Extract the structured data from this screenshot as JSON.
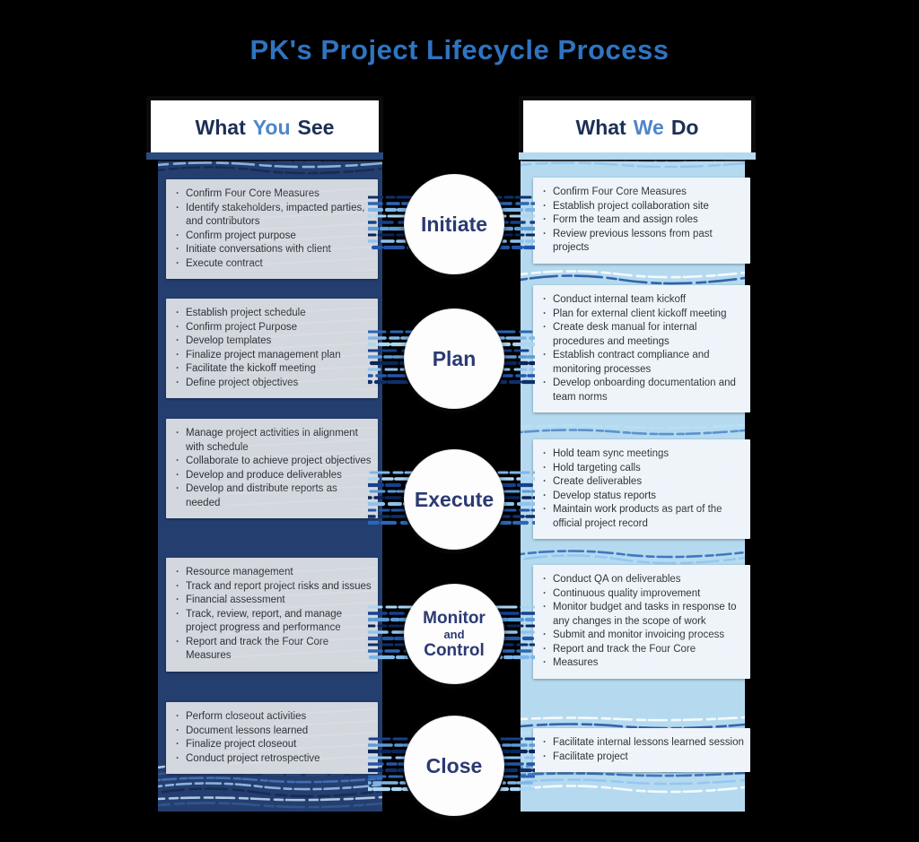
{
  "title": "PK's Project Lifecycle Process",
  "colors": {
    "title_blue": "#2f74c0",
    "header_navy": "#1d2f55",
    "header_accent": "#4d86cc",
    "left_column_navy": "#243e70",
    "right_column_light_blue": "#b5daf0",
    "left_note_gray": "#d3d7de",
    "right_note_white": "#eef4f9",
    "circle_text_navy": "#2b3a72"
  },
  "columns": {
    "left": {
      "header": {
        "pre": "What",
        "accent": "You",
        "post": "See"
      },
      "boxes": [
        {
          "items": [
            "Confirm Four Core Measures",
            "Identify stakeholders, impacted parties, and contributors",
            "Confirm project purpose",
            "Initiate conversations with client",
            "Execute contract"
          ]
        },
        {
          "items": [
            "Establish project schedule",
            "Confirm project Purpose",
            "Develop templates",
            "Finalize project management plan",
            "Facilitate the kickoff meeting",
            "Define project objectives"
          ]
        },
        {
          "items": [
            "Manage project activities in alignment with schedule",
            "Collaborate to achieve project objectives",
            "Develop and produce deliverables",
            "Develop and distribute reports as needed"
          ]
        },
        {
          "items": [
            "Resource management",
            "Track and report project risks and issues",
            "Financial assessment",
            "Track, review, report, and manage project progress and performance",
            "Report and track the Four Core Measures"
          ]
        },
        {
          "items": [
            "Perform closeout activities",
            "Document lessons learned",
            "Finalize project closeout",
            "Conduct project retrospective"
          ]
        }
      ]
    },
    "right": {
      "header": {
        "pre": "What",
        "accent": "We",
        "post": "Do"
      },
      "boxes": [
        {
          "items": [
            "Confirm Four Core Measures",
            "Establish project collaboration site",
            "Form the team and assign roles",
            "Review previous lessons from past projects"
          ]
        },
        {
          "items": [
            "Conduct internal team kickoff",
            "Plan for external client kickoff meeting",
            "Create desk manual for internal procedures and meetings",
            "Establish contract compliance and monitoring processes",
            "Develop onboarding documentation and team norms"
          ]
        },
        {
          "items": [
            "Hold team sync meetings",
            "Hold targeting calls",
            "Create deliverables",
            "Develop status reports",
            "Maintain work products as part of the official project record"
          ]
        },
        {
          "items": [
            "Conduct QA on deliverables",
            "Continuous quality improvement",
            "Monitor budget and tasks in response to any changes in the scope of work",
            "Submit and monitor invoicing process",
            "Report and track the Four Core",
            "Measures"
          ]
        },
        {
          "items": [
            "Facilitate internal lessons learned session",
            "Facilitate project"
          ]
        }
      ]
    }
  },
  "phases": [
    {
      "label": "Initiate"
    },
    {
      "label": "Plan"
    },
    {
      "label": "Execute"
    },
    {
      "label": "Monitor and Control",
      "lines": [
        "Monitor",
        "and",
        "Control"
      ]
    },
    {
      "label": "Close"
    }
  ]
}
